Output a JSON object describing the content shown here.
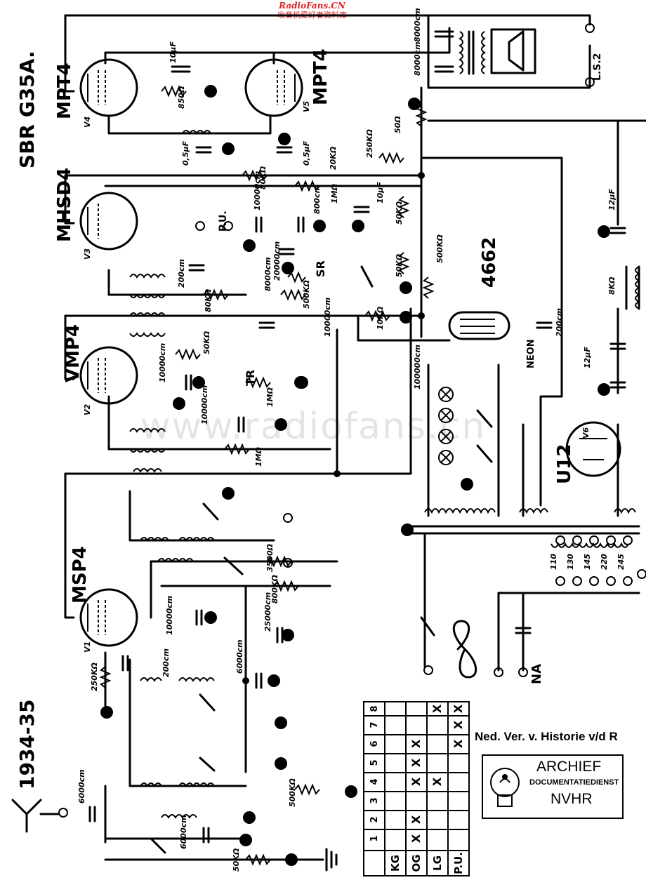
{
  "watermark": {
    "site": "RadioFans.CN",
    "caption": "收音机爱好者资料库",
    "middle": "www.radiofans.cn"
  },
  "model": "SBR G35A.",
  "year": "1934-35",
  "valves": [
    {
      "ref": "V1",
      "type": "MSP4"
    },
    {
      "ref": "V2",
      "type": "VMP4"
    },
    {
      "ref": "V3",
      "type": "MHSD4"
    },
    {
      "ref": "V4",
      "type": "MPT4"
    },
    {
      "ref": "V5",
      "type": "MPT4"
    },
    {
      "ref": "V6",
      "type": "U12"
    }
  ],
  "tuning_indicator": {
    "number": "4662",
    "label": "NEON"
  },
  "terminals": {
    "speaker": "L.S.2",
    "pickup": "P.U.",
    "mains": "NA",
    "tr": "TR",
    "sr": "SR"
  },
  "component_values": {
    "speaker_caps": [
      "8000cm",
      "8000cm"
    ],
    "output": [
      "10μF",
      "850Ω"
    ],
    "coupling": [
      "0,5μF",
      "0,5μF",
      "20KΩ",
      "80KΩ",
      "1MΩ",
      "250KΩ",
      "50Ω"
    ],
    "detector": [
      "10000cm",
      "800cm",
      "20000cm",
      "200cm",
      "80KΩ",
      "8000cm",
      "500KΩ",
      "10μF",
      "50KΩ",
      "50KΩ",
      "500KΩ"
    ],
    "neon": [
      "10KΩ",
      "200cm",
      "10000cm",
      "100000cm"
    ],
    "if_stage": [
      "50KΩ",
      "10000cm",
      "1MΩ",
      "10000cm",
      "1MΩ"
    ],
    "mixer": [
      "3500Ω",
      "800KΩ",
      "25000cm",
      "10000cm",
      "250KΩ",
      "200cm",
      "6000cm"
    ],
    "input": [
      "6000cm",
      "500KΩ",
      "6000cm",
      "50KΩ"
    ],
    "power": [
      "12μF",
      "8KΩ",
      "12μF"
    ],
    "mains_taps": [
      "110",
      "130",
      "145",
      "220",
      "245"
    ]
  },
  "switch_table": {
    "headers": [
      "1",
      "2",
      "3",
      "4",
      "5",
      "6",
      "7",
      "8"
    ],
    "rows": [
      {
        "label": "KG",
        "marks": [
          "",
          "",
          "",
          "",
          "",
          "",
          "",
          ""
        ]
      },
      {
        "label": "OG",
        "marks": [
          "X",
          "X",
          "",
          "X",
          "X",
          "X",
          "",
          ""
        ]
      },
      {
        "label": "LG",
        "marks": [
          "",
          "",
          "",
          "X",
          "",
          "",
          "",
          "X"
        ]
      },
      {
        "label": "P.U.",
        "marks": [
          "",
          "",
          "",
          "",
          "",
          "X",
          "X",
          "X"
        ]
      }
    ]
  },
  "archive": {
    "header": "Ned. Ver. v. Historie v/d R",
    "stamp_title": "ARCHIEF",
    "stamp_subtitle": "DOCUMENTATIEDIENST",
    "stamp_org": "NVHR"
  }
}
